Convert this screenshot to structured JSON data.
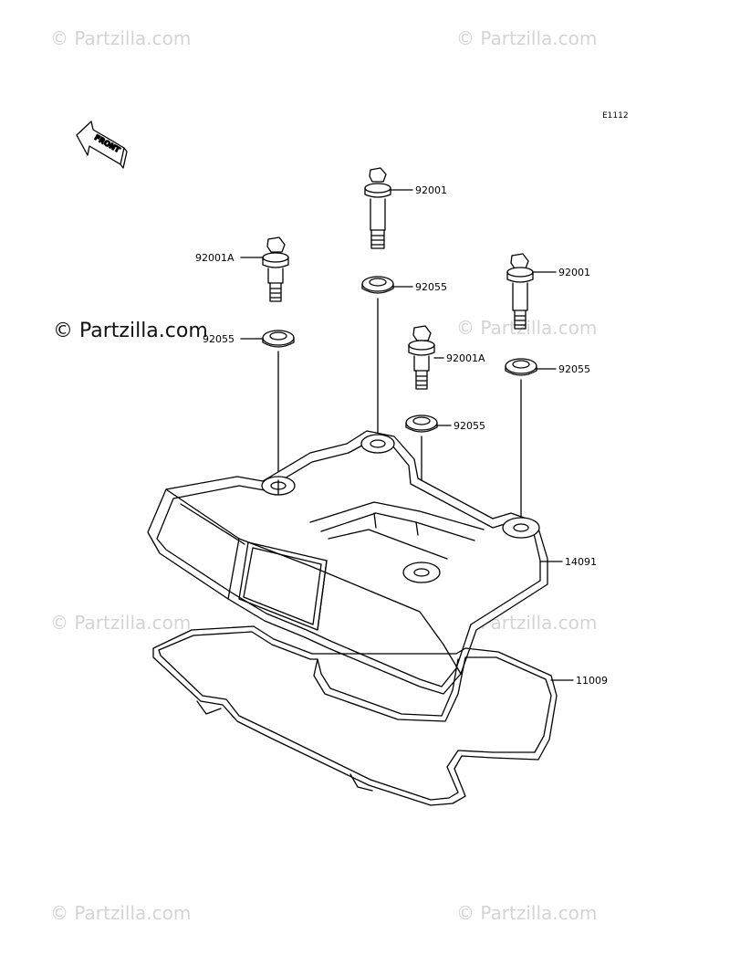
{
  "figure_code": "E1112",
  "front_arrow_label": "FRONT",
  "watermarks": {
    "text": "© Partzilla.com",
    "main": "© Partzilla.com"
  },
  "callouts": {
    "bolt_top": "92001",
    "bolt_left": "92001A",
    "bolt_right": "92001",
    "bolt_mid": "92001A",
    "washer_left": "92055",
    "washer_top": "92055",
    "washer_right": "92055",
    "washer_mid": "92055",
    "cover": "14091",
    "gasket": "11009"
  }
}
